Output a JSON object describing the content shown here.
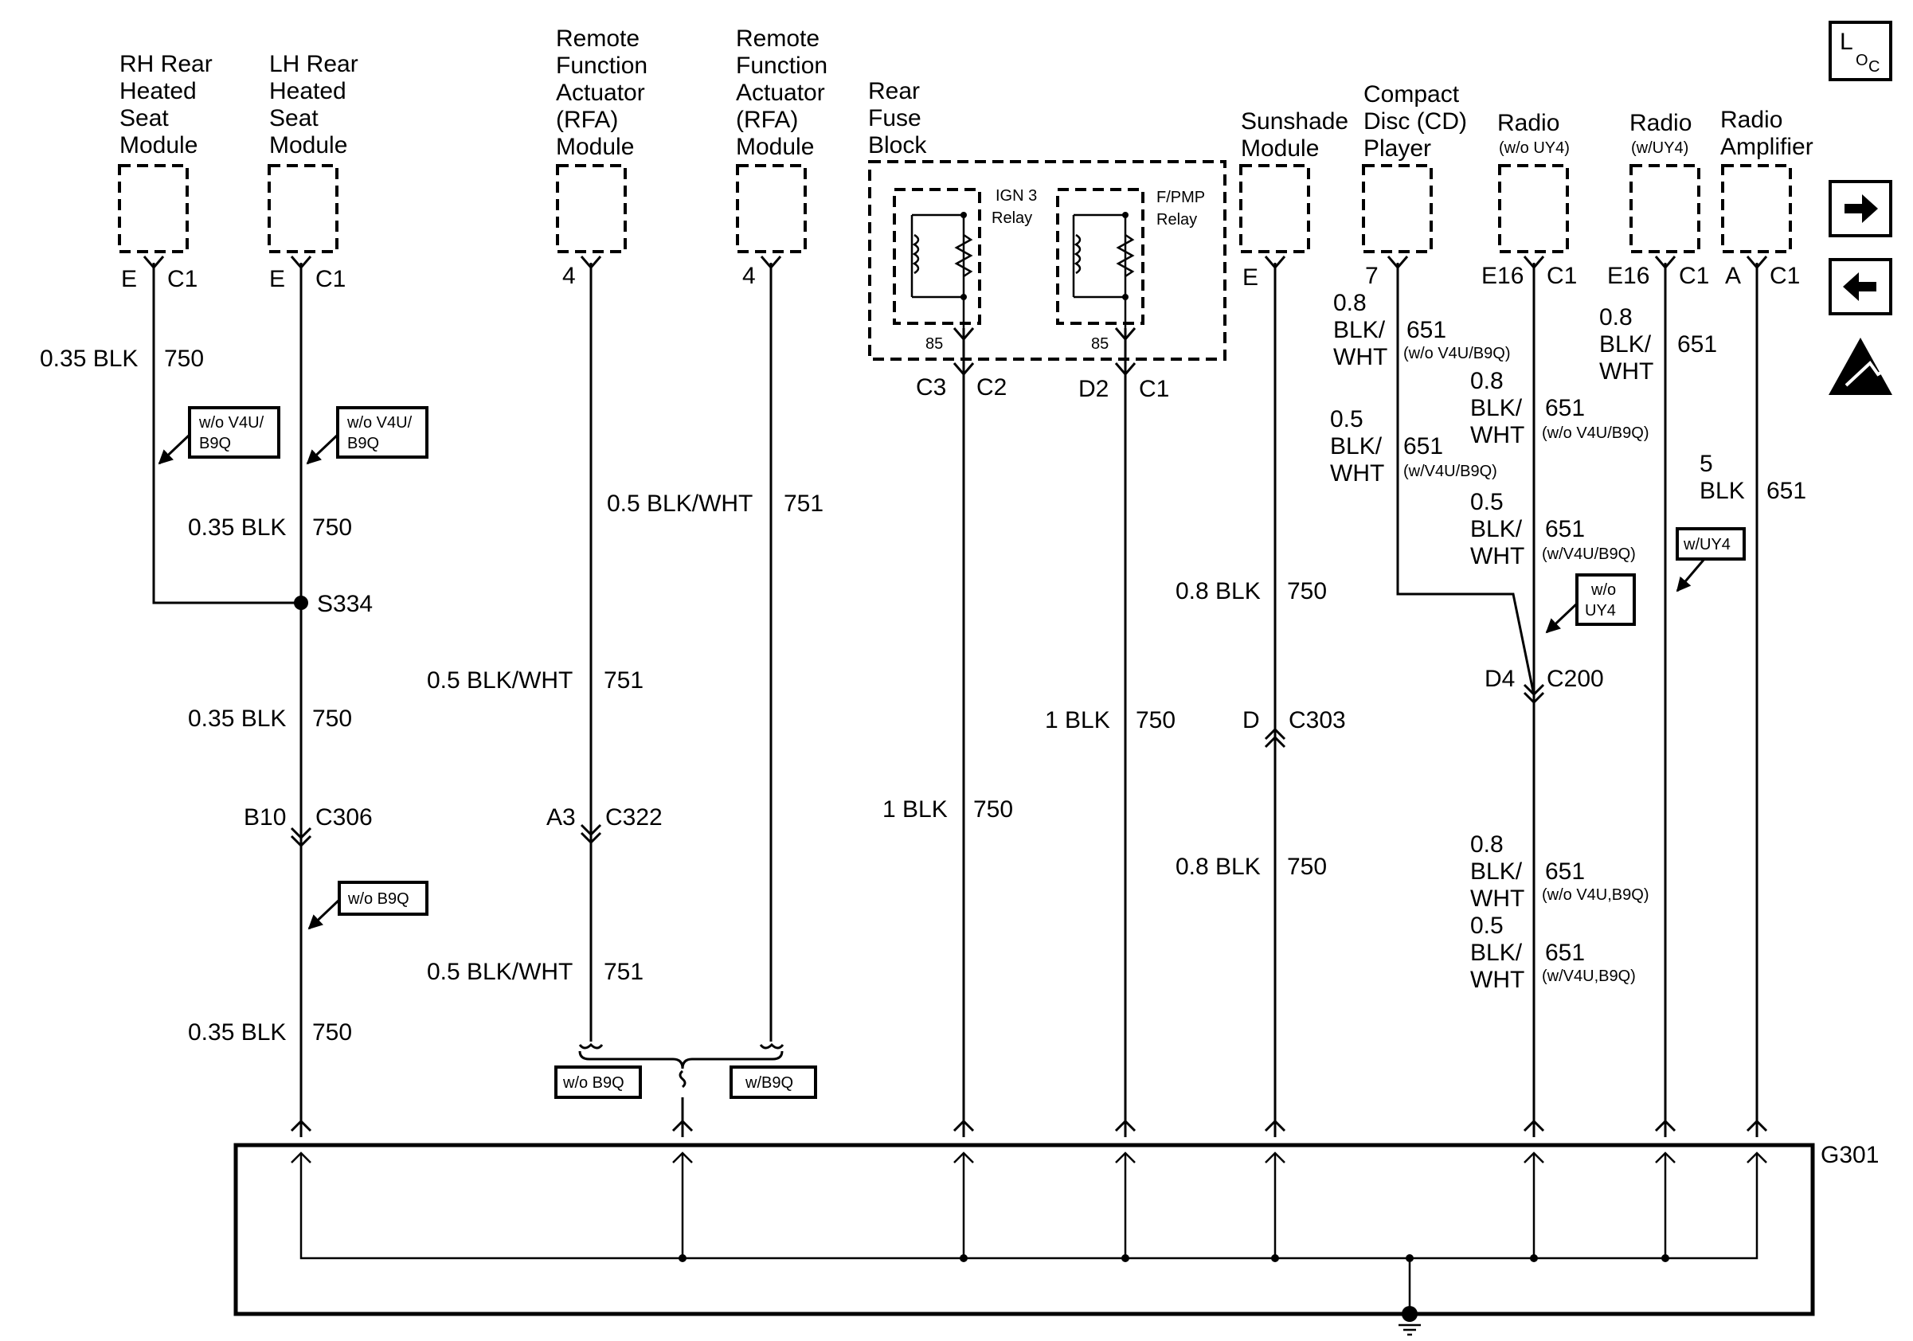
{
  "modules": {
    "rh_seat": [
      "RH Rear",
      "Heated",
      "Seat",
      "Module"
    ],
    "lh_seat": [
      "LH Rear",
      "Heated",
      "Seat",
      "Module"
    ],
    "rfa1": [
      "Remote",
      "Function",
      "Actuator",
      "(RFA)",
      "Module"
    ],
    "rfa2": [
      "Remote",
      "Function",
      "Actuator",
      "(RFA)",
      "Module"
    ],
    "fuse_block": [
      "Rear",
      "Fuse",
      "Block"
    ],
    "sunshade": [
      "Sunshade",
      "Module"
    ],
    "cd_player": [
      "Compact",
      "Disc (CD)",
      "Player"
    ],
    "radio1": "Radio",
    "radio1_opt": "(w/o UY4)",
    "radio2": "Radio",
    "radio2_opt": "(w/UY4)",
    "radio_amp": [
      "Radio",
      "Amplifier"
    ]
  },
  "relays": {
    "ign3": [
      "IGN 3",
      "Relay"
    ],
    "fpmp": [
      "F/PMP",
      "Relay"
    ],
    "pin": "85"
  },
  "pins": {
    "E": "E",
    "C1": "C1",
    "four": "4",
    "seven": "7",
    "E16": "E16",
    "A": "A",
    "C3": "C3",
    "C2": "C2",
    "D2": "D2",
    "D": "D",
    "C303": "C303",
    "B10": "B10",
    "C306": "C306",
    "A3": "A3",
    "C322": "C322",
    "D4": "D4",
    "C200": "C200"
  },
  "wires": {
    "blk035": "0.35 BLK",
    "c750": "750",
    "bw05": "0.5 BLK/WHT",
    "c751": "751",
    "blk1": "1 BLK",
    "blk08": "0.8 BLK",
    "c651": "651",
    "g08": "0.8",
    "g05": "0.5",
    "g5": "5",
    "blk_slash": "BLK/",
    "wht": "WHT",
    "blk": "BLK"
  },
  "options": {
    "wo_v4u_b9q_a": [
      "w/o V4U/",
      "B9Q"
    ],
    "wo_v4u_b9q_b": [
      "w/o V4U/",
      "B9Q"
    ],
    "wo_b9q_box": "w/o B9Q",
    "wo_b9q": "w/o B9Q",
    "w_b9q": "w/B9Q",
    "cd_wo": "(w/o V4U/B9Q)",
    "cd_w": "(w/V4U/B9Q)",
    "r1_wo": "(w/o V4U/B9Q)",
    "r1_w": "(w/V4U/B9Q)",
    "wo_uy4": [
      "w/o",
      "UY4"
    ],
    "w_uy4": "w/UY4",
    "low_wo": "(w/o V4U,B9Q)",
    "low_w": "(w/V4U,B9Q)"
  },
  "splice": "S334",
  "ground": "G301",
  "loc_icon": [
    "L",
    "O",
    "C"
  ]
}
